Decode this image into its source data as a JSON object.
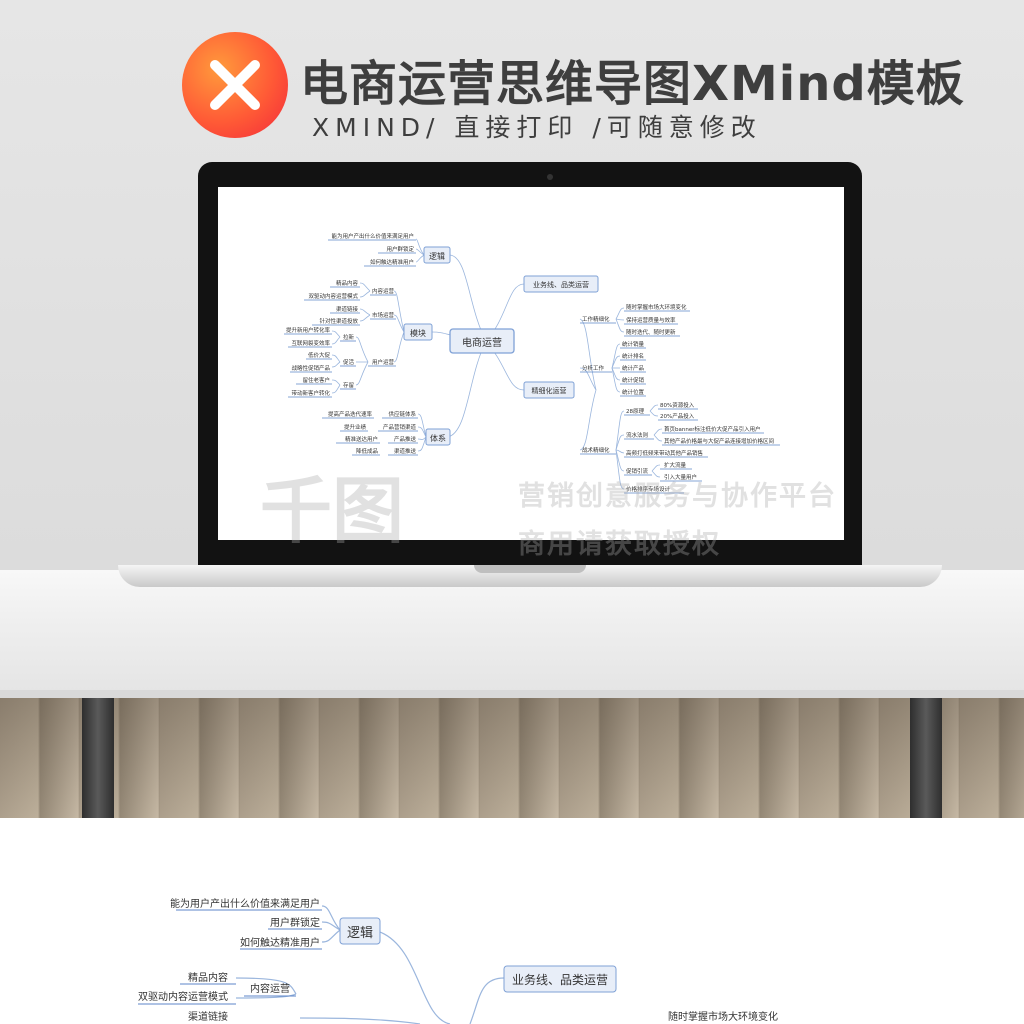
{
  "header": {
    "title": "电商运营思维导图XMind模板",
    "subtitle": "XMIND/ 直接打印 /可随意修改",
    "logo_icon": "xmind-logo-icon"
  },
  "watermark": {
    "brand": "千图",
    "line1": "营销创意服务与协作平台",
    "line2": "商用请获取授权"
  },
  "mindmap": {
    "root": "电商运营",
    "logic": {
      "label": "逻辑",
      "items": [
        "能为用户产出什么价值来满足用户",
        "用户群锁定",
        "如何触达精准用户"
      ]
    },
    "module": {
      "label": "模块",
      "content_ops": {
        "label": "内容运营",
        "items": [
          "精品内容",
          "双驱动内容运营模式"
        ]
      },
      "market_ops": {
        "label": "市场运营",
        "items": [
          "渠道链接",
          "针对性渠道投放"
        ]
      },
      "user_ops": {
        "label": "用户运营",
        "pull_new": {
          "label": "拉新",
          "items": [
            "提升新用户转化率",
            "互联网裂变效率"
          ]
        },
        "promo": {
          "label": "促活",
          "items": [
            "低价大促",
            "战略性促销产品"
          ]
        },
        "retain": {
          "label": "存留",
          "items": [
            "留住老客户",
            "带动新客户转化"
          ]
        }
      }
    },
    "system": {
      "label": "体系",
      "items": [
        {
          "a": "提高产品迭代速率",
          "b": "供应链体系"
        },
        {
          "a": "提升业绩",
          "b": "产品营销渠道"
        },
        {
          "a": "精准送达用户",
          "b": "产品推送"
        },
        {
          "a": "降低成品",
          "b": "渠道推送"
        }
      ]
    },
    "business": {
      "label": "业务线、品类运营"
    },
    "refine": {
      "label": "精细化运营",
      "work": {
        "label": "工作精细化",
        "items": [
          "随时掌握市场大环境变化",
          "保持运营质量与效率",
          "随时迭代、随时更新"
        ]
      },
      "analysis": {
        "label": "分析工作",
        "items": [
          "统计销量",
          "统计排名",
          "统计产品",
          "统计促销",
          "统计位置"
        ]
      },
      "tactics": {
        "label": "战术精细化",
        "rule28": {
          "label": "28原理",
          "items": [
            "80%资源投入",
            "20%产品投入"
          ]
        },
        "flow": {
          "label": "流水法则",
          "items": [
            "首页banner标注低价大促产品引入用户",
            "其他产品价格最与大促产品连接增加价格区间"
          ]
        },
        "highfreq": {
          "label": "高频打低频来带动其他产品销售"
        },
        "promo_flow": {
          "label": "促销引流",
          "items": [
            "扩大流量",
            "引入大量用户"
          ]
        },
        "price": {
          "label": "价格排序专场设计"
        }
      }
    }
  }
}
